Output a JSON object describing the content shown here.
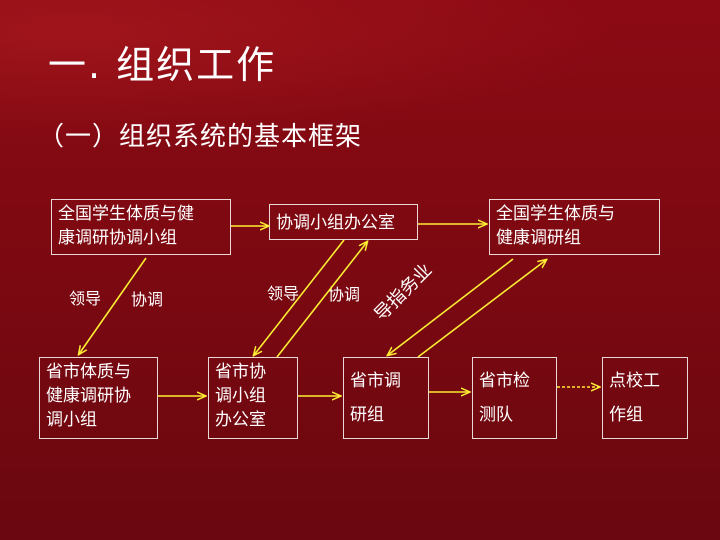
{
  "slide": {
    "title": "一. 组织工作",
    "subtitle": "（一）组织系统的基本框架"
  },
  "nodes": {
    "national_group": [
      "全国学生体质与健",
      "康调研协调小组"
    ],
    "coordination_office": [
      "协调小组办公室"
    ],
    "national_research_group": [
      "全国学生体质与",
      "健康调研组"
    ],
    "provincial_group": [
      "省市体质与",
      "健康调研协",
      "调小组"
    ],
    "provincial_office": [
      "省市协",
      "调小组",
      "办公室"
    ],
    "provincial_research_group": [
      "省市调",
      "研组"
    ],
    "provincial_test_team": [
      "省市检",
      "测队"
    ],
    "school_group": [
      "点校工",
      "作组"
    ]
  },
  "labels": {
    "lead_left": "领导",
    "coord_left": "协调",
    "lead_mid": "领导",
    "coord_mid": "协调",
    "guidance": "导指务业"
  },
  "colors": {
    "arrow": "#ffee33",
    "box_border": "#e8d8d8",
    "background": "#7d0911"
  }
}
